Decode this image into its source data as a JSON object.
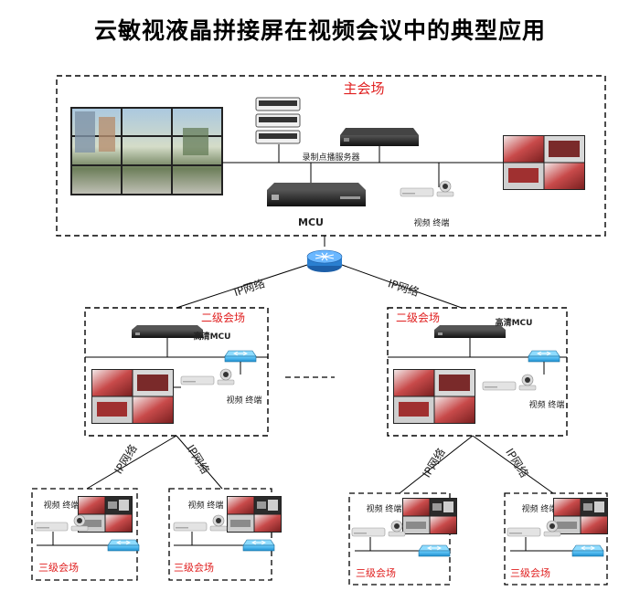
{
  "title": "云敏视液晶拼接屏在视频会议中的典型应用",
  "main_site": {
    "label": "主会场",
    "server_label": "录制点播服务器",
    "mcu_label": "MCU",
    "terminal_label": "视频 终端"
  },
  "link_label": "IP网络",
  "second_sites": [
    {
      "label": "二级会场",
      "mcu_label": "高清MCU",
      "terminal_label": "视频 终端"
    },
    {
      "label": "二级会场",
      "mcu_label": "高清MCU",
      "terminal_label": "视频 终端"
    }
  ],
  "third_sites": [
    {
      "label": "三级会场",
      "terminal_label": "视频 终端"
    },
    {
      "label": "三级会场",
      "terminal_label": "视频 终端"
    },
    {
      "label": "三级会场",
      "terminal_label": "视频 终端"
    },
    {
      "label": "三级会场",
      "terminal_label": "视频 终端"
    }
  ],
  "colors": {
    "label_red": "#e02020",
    "switch_blue": "#1e9bd7",
    "router_blue": "#2a7fd0"
  }
}
